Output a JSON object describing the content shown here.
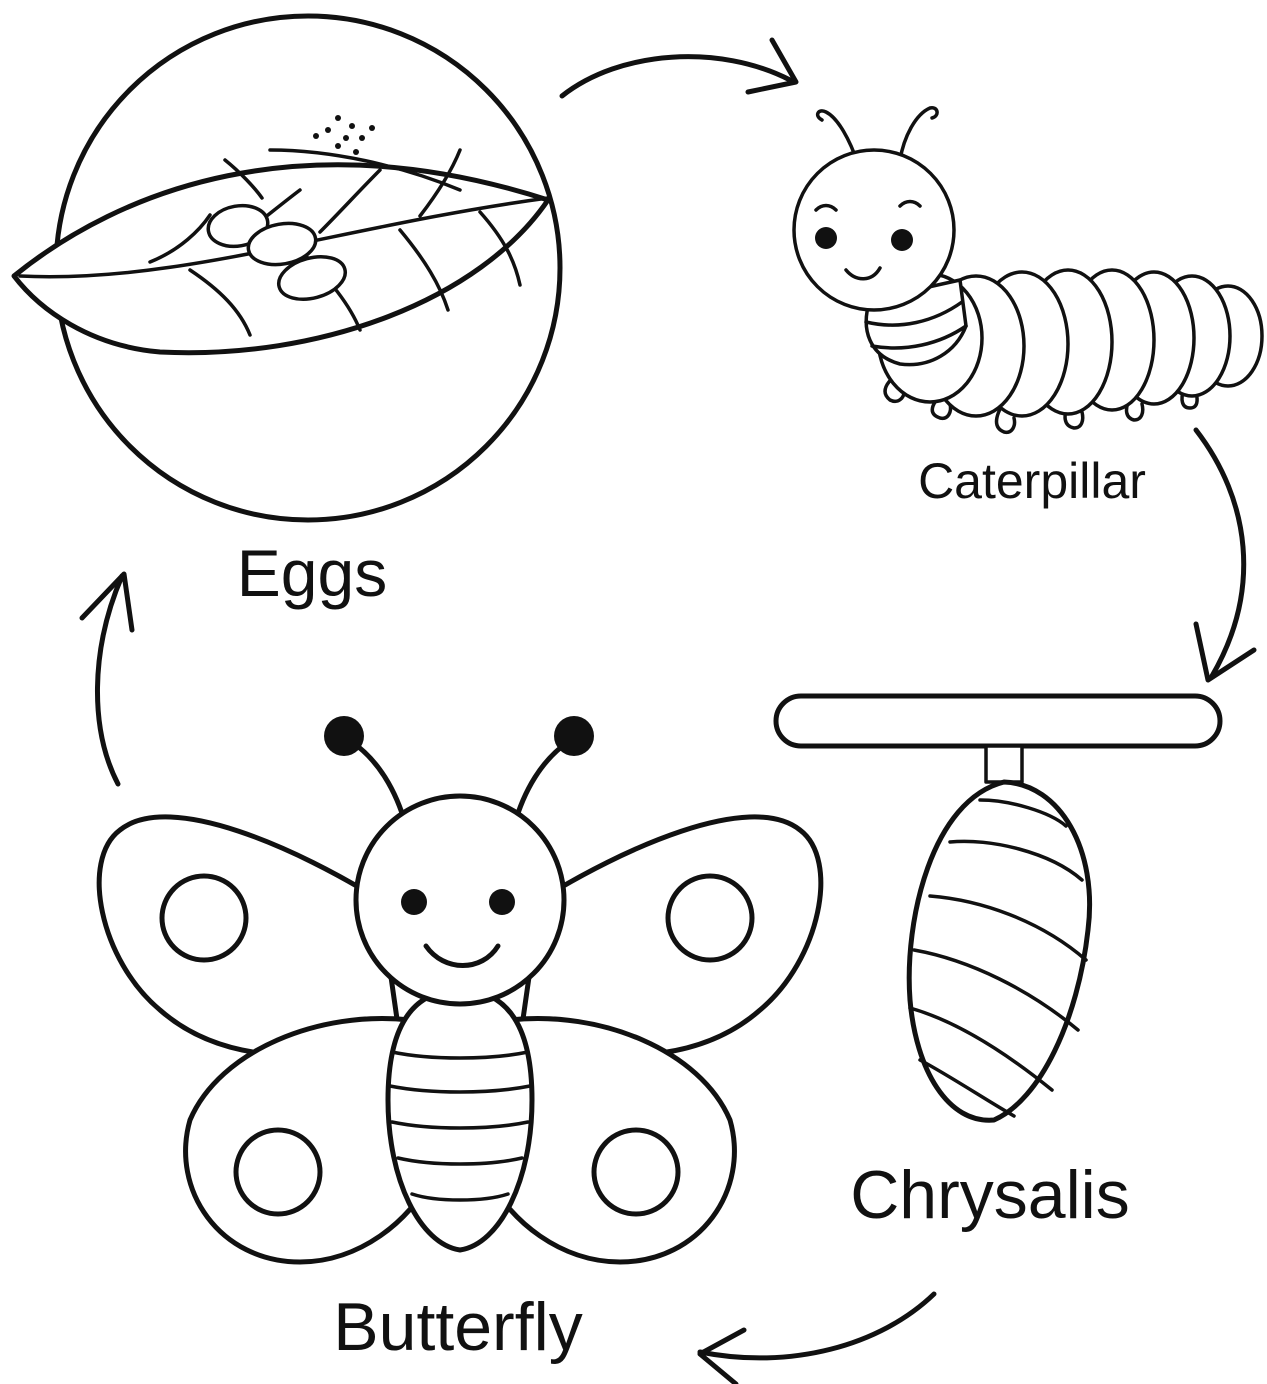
{
  "stages": [
    {
      "id": "eggs",
      "label": "Eggs",
      "icon": "leaf-with-eggs-icon"
    },
    {
      "id": "caterpillar",
      "label": "Caterpillar",
      "icon": "caterpillar-icon"
    },
    {
      "id": "chrysalis",
      "label": "Chrysalis",
      "icon": "chrysalis-icon"
    },
    {
      "id": "butterfly",
      "label": "Butterfly",
      "icon": "butterfly-icon"
    }
  ],
  "style": {
    "line_color": "#111111",
    "background": "#ffffff"
  }
}
